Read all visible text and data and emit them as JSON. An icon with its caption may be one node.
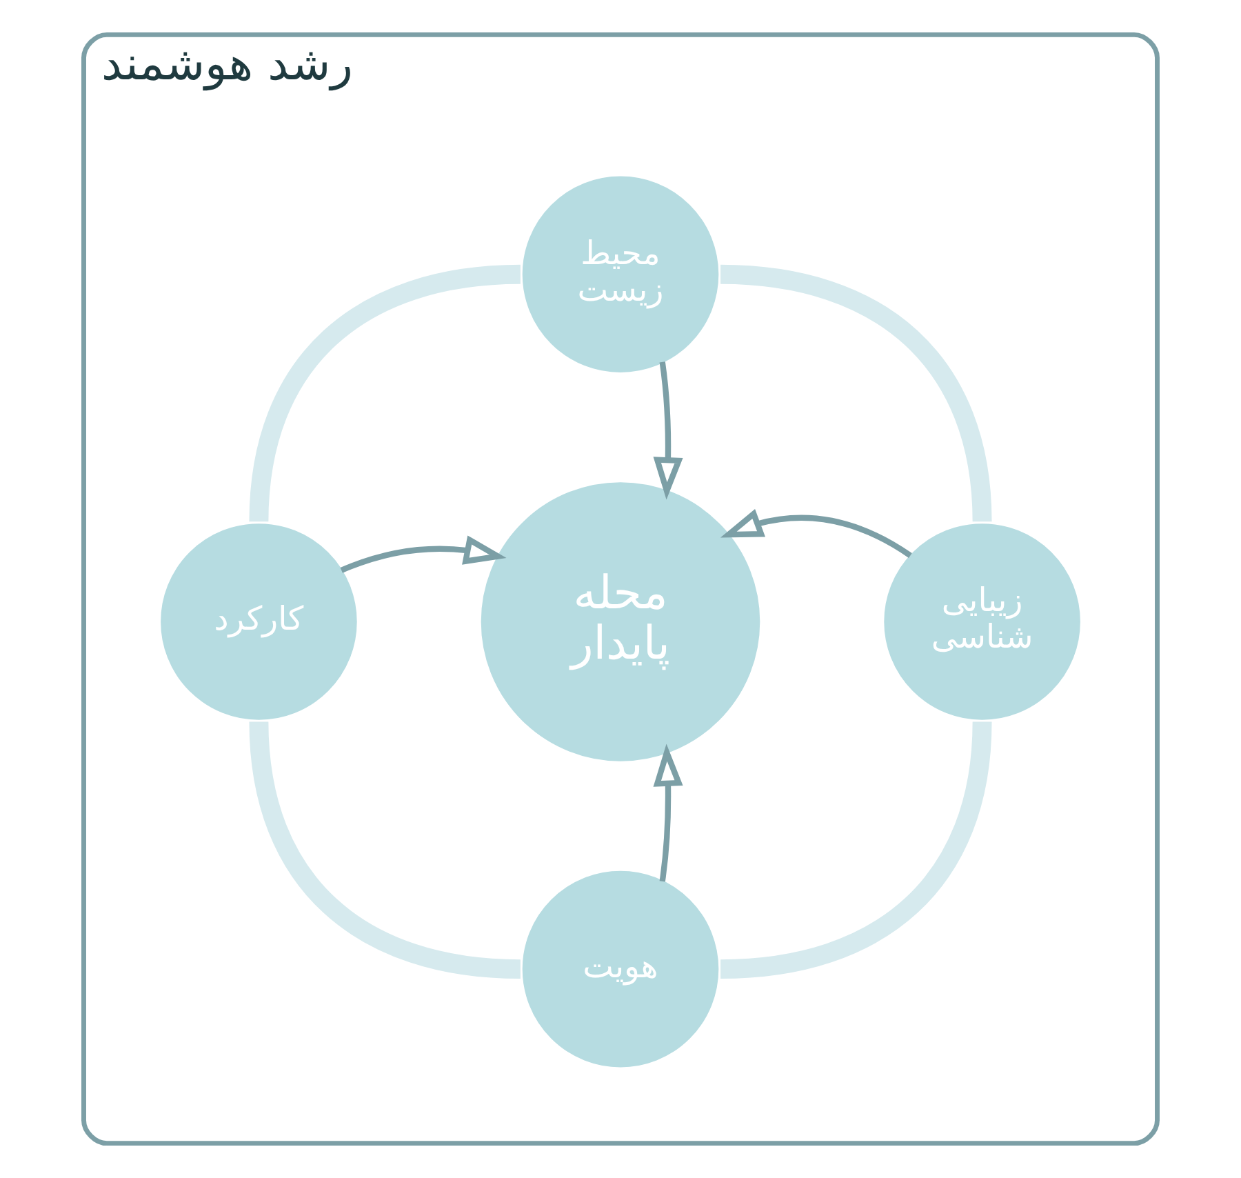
{
  "diagram": {
    "nodes": [
      {
        "text": [
          "رشد هوشمند"
        ]
      },
      {
        "text": [
          "محیط زیست"
        ],
        "in": 0
      },
      {
        "text": [
          "زیبایی شناسی"
        ],
        "in": 0
      },
      {
        "text": [
          "محله پایدار"
        ],
        "in": 0
      },
      {
        "text": [
          "کارکرد"
        ],
        "in": 0
      },
      {
        "text": [
          "هویت"
        ],
        "in": 0
      }
    ],
    "edges": [
      {
        "from": 1,
        "to": 3,
        "arrow": "to"
      },
      {
        "from": 2,
        "to": 3,
        "arrow": "to"
      },
      {
        "from": 4,
        "to": 3,
        "arrow": "to"
      },
      {
        "from": 5,
        "to": 3,
        "arrow": "to"
      },
      {
        "from": 1,
        "to": 2,
        "arrow": "none",
        "style": "thick",
        "color": "#d6eaee"
      },
      {
        "from": 2,
        "to": 5,
        "arrow": "none",
        "style": "thick",
        "color": "#d6eaee"
      },
      {
        "from": 5,
        "to": 4,
        "arrow": "none",
        "style": "thick",
        "color": "#d6eaee"
      },
      {
        "from": 4,
        "to": 1,
        "arrow": "none",
        "style": "thick",
        "color": "#d6eaee"
      }
    ]
  }
}
